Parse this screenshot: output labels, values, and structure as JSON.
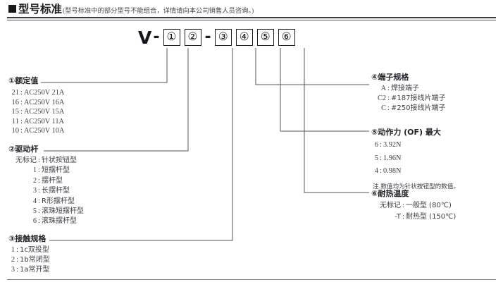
{
  "header": {
    "bullet": "filled-square",
    "title": "型号标准",
    "note": "(型号标准中的部分型号不能组合，详情请向本公司销售人员咨询。)"
  },
  "model_number": {
    "prefix": "V",
    "dash1": "-",
    "dash2": "-",
    "boxes": [
      "①",
      "②",
      "③",
      "④",
      "⑤",
      "⑥"
    ]
  },
  "sections": {
    "s1": {
      "title": "①额定值",
      "rows": [
        {
          "code": "21",
          "colon": ":",
          "desc": "AC250V 21A"
        },
        {
          "code": "16",
          "colon": ":",
          "desc": "AC250V 16A"
        },
        {
          "code": "15",
          "colon": ":",
          "desc": "AC250V 15A"
        },
        {
          "code": "11",
          "colon": ":",
          "desc": "AC250V 11A"
        },
        {
          "code": "10",
          "colon": ":",
          "desc": "AC250V 10A"
        }
      ]
    },
    "s2": {
      "title": "②驱动杆",
      "rows": [
        {
          "code": "无标记",
          "colon": ":",
          "desc": "针状按钮型"
        },
        {
          "code": "1",
          "colon": ":",
          "desc": "短摆杆型"
        },
        {
          "code": "2",
          "colon": ":",
          "desc": "摆杆型"
        },
        {
          "code": "3",
          "colon": ":",
          "desc": "长摆杆型"
        },
        {
          "code": "4",
          "colon": ":",
          "desc": "R形摆杆型"
        },
        {
          "code": "5",
          "colon": ":",
          "desc": "滚珠短摆杆型"
        },
        {
          "code": "6",
          "colon": ":",
          "desc": "滚珠摆杆型"
        }
      ]
    },
    "s3": {
      "title": "③接触规格",
      "rows": [
        {
          "code": "1",
          "colon": ":",
          "desc": "1c双投型"
        },
        {
          "code": "2",
          "colon": ":",
          "desc": "1b常闭型"
        },
        {
          "code": "3",
          "colon": ":",
          "desc": "1a常开型"
        }
      ]
    },
    "s4": {
      "title": "④端子规格",
      "rows": [
        {
          "code": "A",
          "colon": ":",
          "desc": "焊接端子"
        },
        {
          "code": "C2",
          "colon": ":",
          "desc": "#187接线片端子"
        },
        {
          "code": "C",
          "colon": ":",
          "desc": "#250接线片端子"
        }
      ]
    },
    "s5": {
      "title": "⑤动作力 (OF) 最大",
      "rows": [
        {
          "code": "6",
          "colon": ":",
          "desc": "3.92N"
        },
        {
          "code": "5",
          "colon": ":",
          "desc": "1.96N"
        },
        {
          "code": "4",
          "colon": ":",
          "desc": "0.98N"
        }
      ],
      "note": "注.数值均为针状按钮型的数值。"
    },
    "s6": {
      "title": "⑥耐热温度",
      "rows": [
        {
          "code": "无标记",
          "colon": ":",
          "desc": "一般型 (80℃)"
        },
        {
          "code": "-T",
          "colon": ":",
          "desc": "耐热型 (150℃)"
        }
      ]
    }
  },
  "colors": {
    "rule": "#3c3c44",
    "text": "#3d3d46",
    "title": "#23232a",
    "leader": "#55555d"
  }
}
